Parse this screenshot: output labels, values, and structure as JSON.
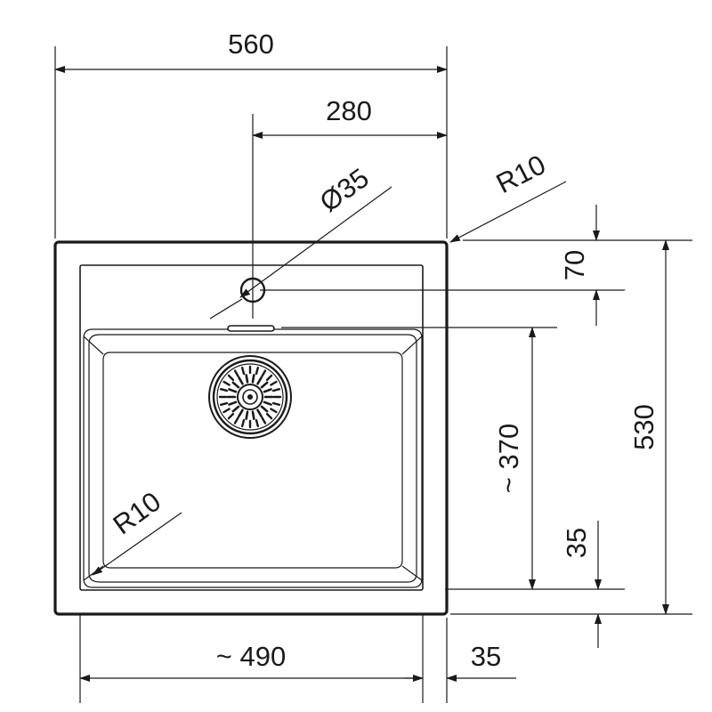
{
  "dimensions": {
    "overall_width": "560",
    "tap_offset": "280",
    "tap_hole_diameter": "Ø35",
    "corner_radius_outer": "R10",
    "tap_to_top": "70",
    "overall_depth": "530",
    "bowl_depth": "~ 370",
    "bottom_rim": "35",
    "bowl_width": "~ 490",
    "side_rim": "35",
    "corner_radius_bowl": "R10"
  }
}
